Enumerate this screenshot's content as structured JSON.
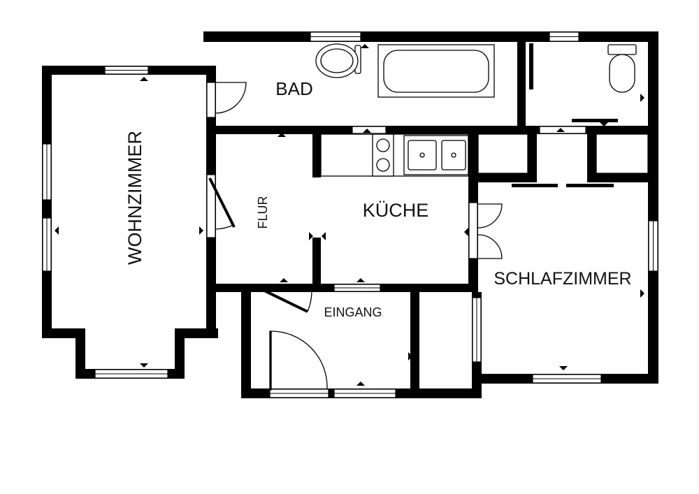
{
  "plan": {
    "wall_color": "#000000",
    "background": "#ffffff",
    "rooms": {
      "wohnzimmer": "WOHNZIMMER",
      "bad": "BAD",
      "flur": "FLUR",
      "kueche": "KÜCHE",
      "schlafzimmer": "SCHLAFZIMMER",
      "eingang": "EINGANG"
    }
  }
}
